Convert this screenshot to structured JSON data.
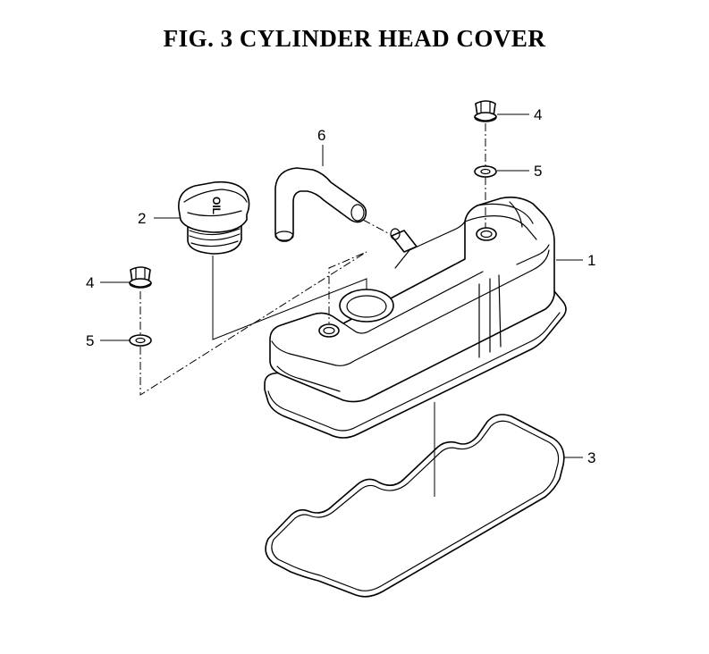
{
  "title": "FIG.  3  CYLINDER HEAD COVER",
  "callouts": {
    "cover": "1",
    "oil_cap": "2",
    "gasket": "3",
    "nut_left": "4",
    "washer_left": "5",
    "nut_right": "4",
    "washer_right": "5",
    "breather_hose": "6"
  },
  "oil_cap_marking": "OIL"
}
